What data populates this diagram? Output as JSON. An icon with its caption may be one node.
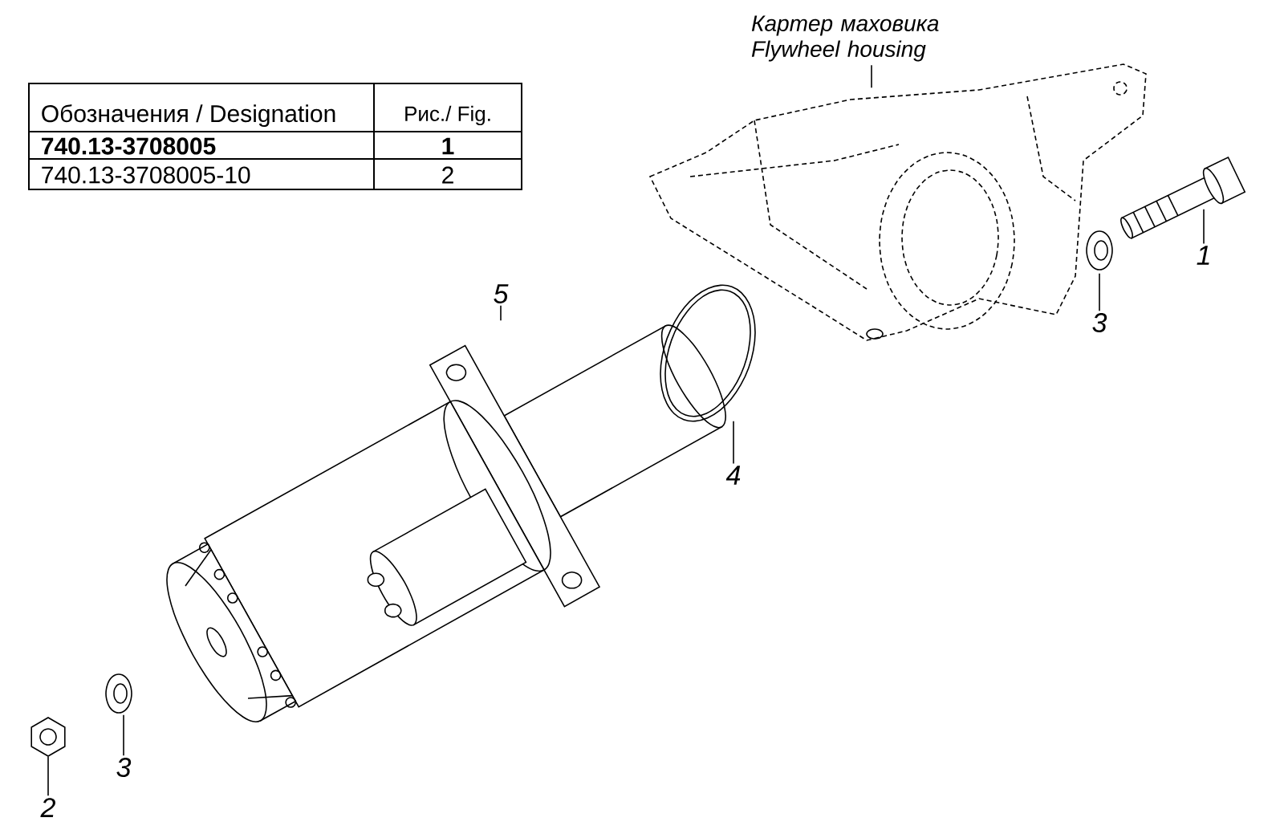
{
  "diagram": {
    "nodes": [
      {
        "text": [
          "Картер маховика Flywheel housing"
        ]
      },
      {
        "text": [],
        "shape": "picture"
      },
      {
        "text": [
          "1"
        ]
      },
      {
        "text": [],
        "shape": "picture"
      },
      {
        "text": [
          "3"
        ]
      },
      {
        "text": [],
        "shape": "picture"
      },
      {
        "text": [
          "5"
        ]
      },
      {
        "text": [],
        "shape": "picture"
      },
      {
        "text": [
          "4"
        ]
      },
      {
        "text": [],
        "shape": "picture"
      },
      {
        "text": [
          "3"
        ]
      },
      {
        "text": [],
        "shape": "picture"
      },
      {
        "text": [
          "2"
        ]
      },
      {
        "text": [],
        "shape": "picture"
      }
    ],
    "edges": [
      {
        "from": 0,
        "to": 1,
        "arrow": "none"
      },
      {
        "from": 2,
        "to": 3,
        "arrow": "none"
      },
      {
        "from": 4,
        "to": 5,
        "arrow": "none"
      },
      {
        "from": 6,
        "to": 7,
        "arrow": "none"
      },
      {
        "from": 8,
        "to": 9,
        "arrow": "none"
      },
      {
        "from": 10,
        "to": 11,
        "arrow": "none"
      },
      {
        "from": 12,
        "to": 13,
        "arrow": "none"
      }
    ],
    "labels": [
      "Обозначения / Designation",
      "Рис./ Fig.",
      "740.13-3708005",
      "1",
      "740.13-3708005-10",
      "2"
    ]
  }
}
